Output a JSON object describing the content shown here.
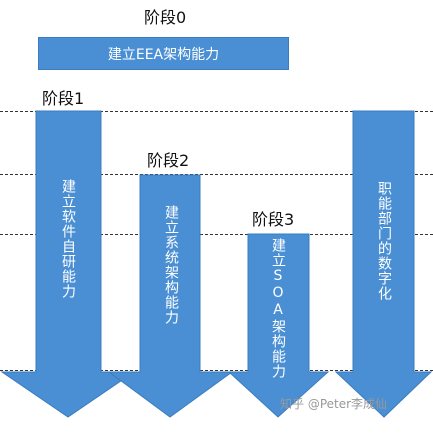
{
  "stages": [
    {
      "label": "阶段0",
      "text": "建立EEA架构能力"
    },
    {
      "label": "阶段1",
      "text": "建立软件自研能力"
    },
    {
      "label": "阶段2",
      "text": "建立系统架构能力"
    },
    {
      "label": "阶段3",
      "text": "建立SOA架构能力"
    },
    {
      "label": "",
      "text": "职能部门的数字化"
    }
  ],
  "colors": {
    "arrow": "#4a8fd4",
    "arrow_edge": "#3a7cc0"
  },
  "watermark": "知乎 @Peter李成仙"
}
